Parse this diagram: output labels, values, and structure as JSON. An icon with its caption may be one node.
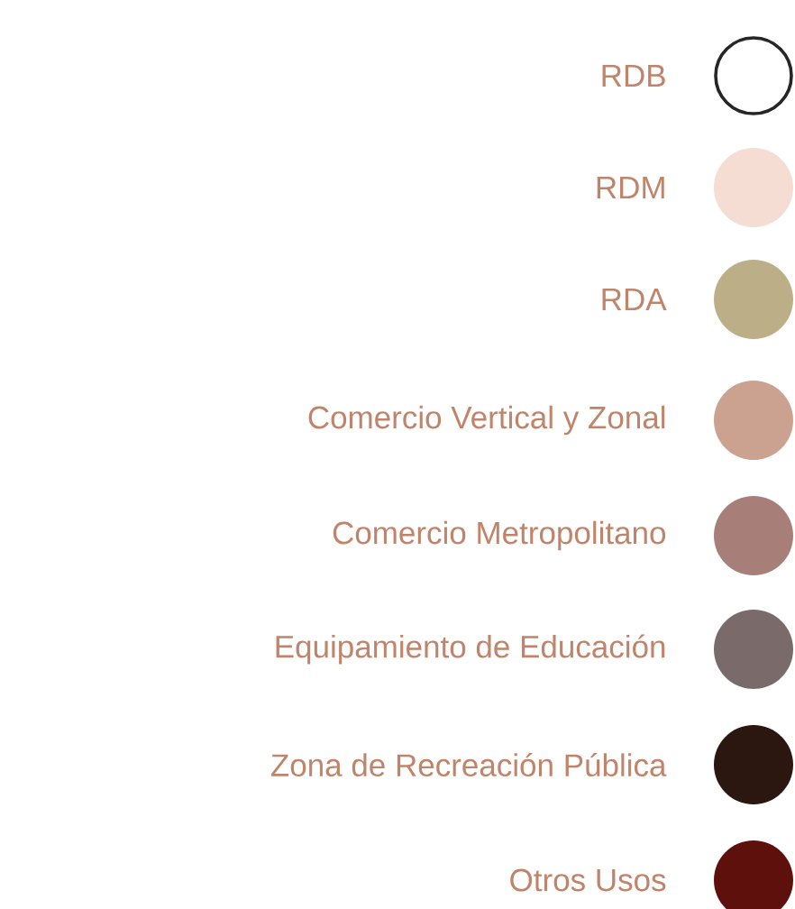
{
  "diagram": {
    "legend": [
      {
        "text": "RDB"
      },
      {
        "text": "RDM",
        "color": "#f5ddd3"
      },
      {
        "text": "RDA",
        "color": "#bcaf88"
      },
      {
        "text": "Comercio Vertical y Zonal",
        "color": "#cba290"
      },
      {
        "text": "Comercio Metropolitano",
        "color": "#a77f78"
      },
      {
        "text": "Equipamiento de Educación",
        "color": "#7a6a69"
      },
      {
        "text": "Zona de Recreación Pública",
        "color": "#2c1610"
      },
      {
        "text": "Otros Usos",
        "color": "#5e110c"
      }
    ]
  }
}
